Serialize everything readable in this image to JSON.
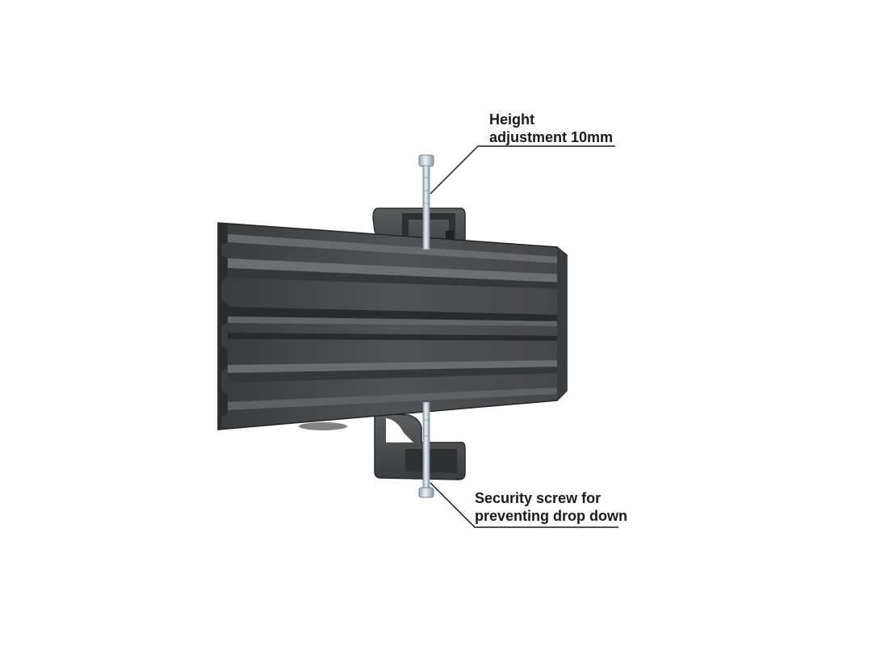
{
  "callouts": {
    "height_adjustment": {
      "line1": "Height",
      "line2": "adjustment 10mm"
    },
    "security_screw": {
      "line1": "Security screw for",
      "line2": "preventing drop down"
    }
  },
  "colors": {
    "rail": "#4a4b4c",
    "rail_light": "#5e5f60",
    "rail_dark": "#2e2f30",
    "bolt": "#c9d0d6",
    "leader_line": "#1a1a1a"
  }
}
